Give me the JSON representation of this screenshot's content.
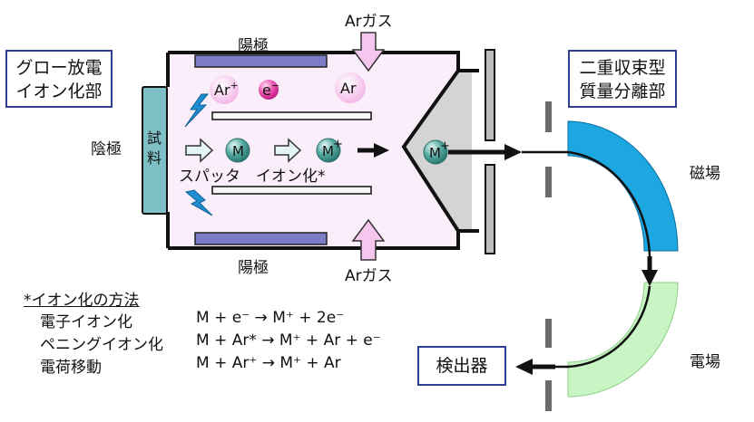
{
  "glow_box": {
    "line1": "グロー放電",
    "line2": "イオン化部"
  },
  "mass_box": {
    "line1": "二重収束型",
    "line2": "質量分離部"
  },
  "anode_top": "陽極",
  "anode_bottom": "陽極",
  "ar_gas_top": "Arガス",
  "ar_gas_bottom": "Arガス",
  "cathode": "陰極",
  "sample": "試料",
  "sputter": "スパッタ",
  "ionization": "イオン化*",
  "magnetic_field": "磁場",
  "electric_field": "電場",
  "detector": "検出器",
  "particles": {
    "ar_ion": "Ar",
    "ar_ion_sup": "+",
    "electron": "e",
    "electron_sup": "−",
    "ar": "Ar",
    "m1": "M",
    "m_ion": "M",
    "m_ion_sup": "+",
    "m_ion2": "M",
    "m_ion2_sup": "+"
  },
  "methods": {
    "title": "*イオン化の方法",
    "rows": [
      {
        "name": "電子イオン化",
        "equation": "M + e⁻  → M⁺ + 2e⁻"
      },
      {
        "name": "ペニングイオン化",
        "equation": "M + Ar*  → M⁺ + Ar + e⁻"
      },
      {
        "name": "電荷移動",
        "equation": "M + Ar⁺ → M⁺ + Ar"
      }
    ]
  },
  "colors": {
    "chamber_fill": "#fbeefb",
    "anode": "#7c7cc8",
    "sample": "#7fc0c6",
    "arrow_pink": "#f6c6ee",
    "magnet": "#1ca7e0",
    "electric": "#c7f5c3",
    "cone": "#d4d4d4",
    "particle_m": "#3b8f88",
    "electron": "#e43ba6",
    "ar": "#f4b8ea"
  }
}
